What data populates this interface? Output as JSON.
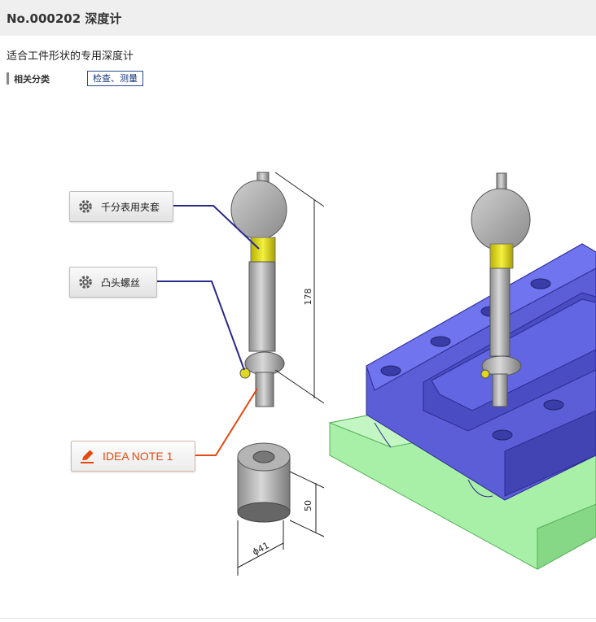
{
  "header": {
    "title": "No.000202 深度计"
  },
  "description": "适合工件形状的专用深度计",
  "category": {
    "label": "相关分类",
    "link": "检查、测量"
  },
  "callouts": [
    {
      "label": "千分表用夹套",
      "icon": "gear-icon"
    },
    {
      "label": "凸头螺丝",
      "icon": "gear-icon"
    },
    {
      "label": "IDEA NOTE 1",
      "icon": "pencil-icon"
    }
  ],
  "dimensions": {
    "height": "178",
    "block_height": "50",
    "diameter": "ϕ41"
  },
  "colors": {
    "fixture": "#6a6ee6",
    "base": "#9ee89e",
    "collar": "#e6e020",
    "idea": "#e24a10",
    "leader": "#2a2a8a"
  }
}
